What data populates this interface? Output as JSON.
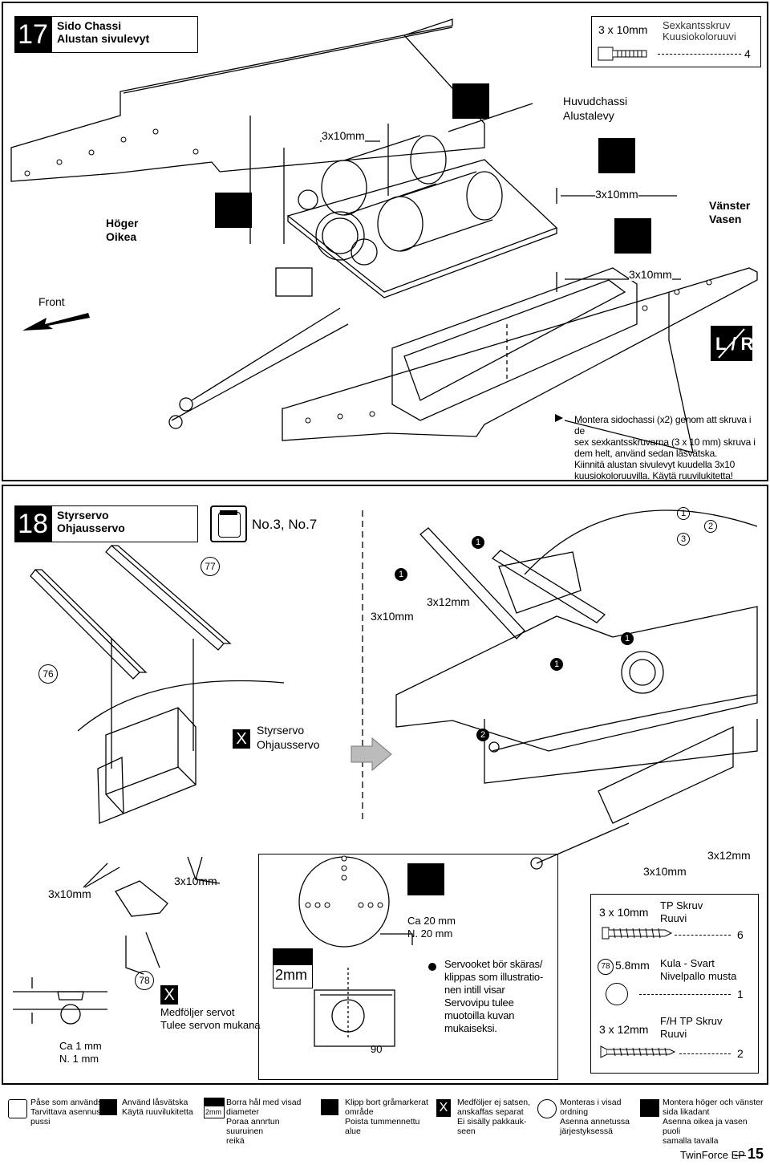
{
  "step17": {
    "number": "17",
    "title_sv": "Sido Chassi",
    "title_fi": "Alustan sivulevyt",
    "screw_size": "3 x 10mm",
    "screw_name_sv": "Sexkantsskruv",
    "screw_name_fi": "Kuusiokoloruuvi",
    "screw_qty": "4",
    "label_main_chassis_sv": "Huvudchassi",
    "label_main_chassis_fi": "Alustalevy",
    "label_right_sv": "Höger",
    "label_right_fi": "Oikea",
    "label_left_sv": "Vänster",
    "label_left_fi": "Vasen",
    "label_front": "Front",
    "callout_screw_1": "3x10mm",
    "callout_screw_2": "3x10mm",
    "callout_screw_3": "3x10mm",
    "lr_letters": "L/R",
    "instruction_lines": [
      "Montera sidochassi (x2) genom att skruva i de",
      "sex sexkantsskruvarna (3 x 10 mm) skruva i",
      "dem helt, använd sedan låsvätska.",
      "Kiinnitä alustan sivulevyt kuudella 3x10",
      "kuusiokoloruuvilla. Käytä ruuvilukitetta!"
    ]
  },
  "step18": {
    "number": "18",
    "title_sv": "Styrservo",
    "title_fi": "Ohjausservo",
    "servo_numbers": "No.3, No.7",
    "part_77": "77",
    "part_76": "76",
    "part_78": "78",
    "not_included_sv": "Styrservo",
    "not_included_fi": "Ohjausservo",
    "screw_left_1": "3x10mm",
    "screw_left_2": "3x10mm",
    "ball_height": "Ca 1 mm",
    "ball_height_fi": "N. 1 mm",
    "servo_note_sv": "Medföljer servot",
    "servo_note_fi": "Tulee servon mukana",
    "horn_dim_sv": "Ca 20 mm",
    "horn_dim_fi": "N. 20 mm",
    "drill_size": "2mm",
    "angle": "90",
    "cut_note_lines": [
      "Servooket bör skäras/",
      "klippas som illustratio-",
      "nen intill visar",
      "Servovipu tulee",
      "muotoilla kuvan",
      "mukaiseksi."
    ],
    "right_screw_a": "3x10mm",
    "right_screw_b": "3x12mm",
    "right_screw_c": "3x10mm",
    "right_screw_d": "3x12mm",
    "seq_marks": [
      "1",
      "1",
      "1",
      "1",
      "2"
    ],
    "order_icon": [
      "1",
      "2",
      "3"
    ],
    "parts": [
      {
        "size": "3 x 10mm",
        "name_sv": "TP Skruv",
        "name_fi": "Ruuvi",
        "qty": "6"
      },
      {
        "size": "5.8mm",
        "ref": "78",
        "name_sv": "Kula - Svart",
        "name_fi": "Nivelpallo musta",
        "qty": "1"
      },
      {
        "size": "3 x 12mm",
        "name_sv": "F/H TP Skruv",
        "name_fi": "Ruuvi",
        "qty": "2"
      }
    ]
  },
  "footer": {
    "items": [
      {
        "icon": "bag-icon",
        "lines": [
          "Påse som används",
          "Tarvittava asennus-",
          "pussi"
        ]
      },
      {
        "icon": "threadlock-icon",
        "lines": [
          "Använd låsvätska",
          "Käytä ruuvilukitetta"
        ]
      },
      {
        "icon": "drill-icon",
        "label": "2mm",
        "lines": [
          "Borra hål med visad",
          "diameter",
          "Poraa annrtun suuruinen",
          "reikä"
        ]
      },
      {
        "icon": "scissors-icon",
        "lines": [
          "Klipp bort gråmarkerat",
          "område",
          "Poista tummennettu alue"
        ]
      },
      {
        "icon": "not-included-icon",
        "lines": [
          "Medföljer ej satsen,",
          "anskaffas separat",
          "Ei sisälly pakkauk-",
          "seen"
        ]
      },
      {
        "icon": "order-icon",
        "lines": [
          "Monteras i visad",
          "ordning",
          "Asenna annetussa",
          "järjestyksessä"
        ]
      },
      {
        "icon": "lr-icon",
        "lines": [
          "Montera höger och vänster",
          "sida likadant",
          "Asenna oikea ja vasen puoli",
          "samalla tavalla"
        ]
      }
    ],
    "brand": "TwinForce EP",
    "page": "15"
  }
}
